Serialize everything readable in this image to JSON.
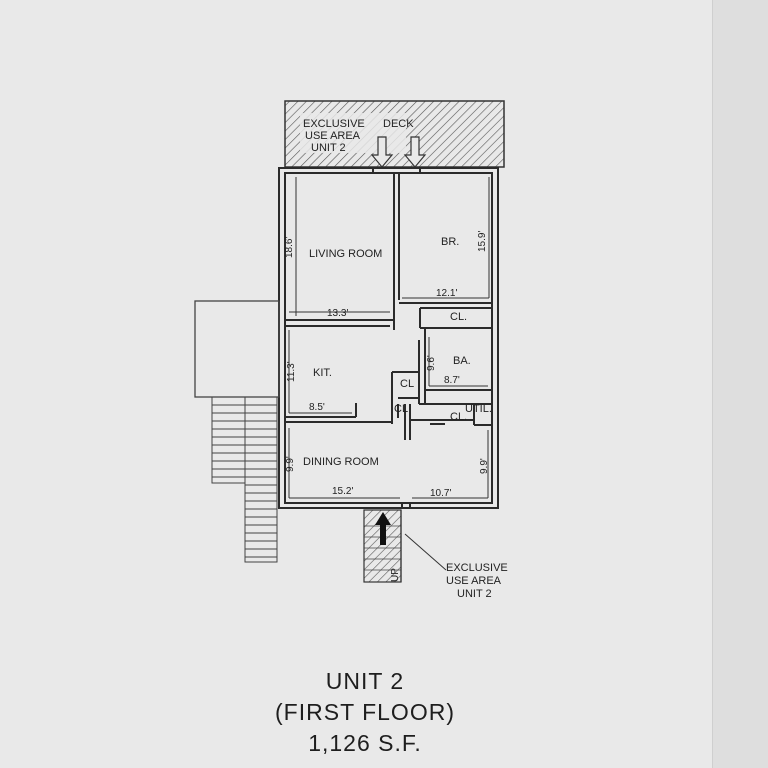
{
  "deck": {
    "label": "EXCLUSIVE USE AREA UNIT 2",
    "word": "DECK"
  },
  "rooms": {
    "living": {
      "name": "LIVING ROOM",
      "width": "13.3'",
      "depth": "18.6'"
    },
    "bedroom": {
      "name": "BR.",
      "width": "12.1'",
      "depth": "15.9'"
    },
    "kitchen": {
      "name": "KIT.",
      "width": "8.5'",
      "depth": "11.3'"
    },
    "bath": {
      "name": "BA.",
      "width": "8.7'",
      "depth": "9.6'"
    },
    "dining": {
      "name": "DINING ROOM",
      "width_left": "15.2'",
      "width_right": "10.7'",
      "depth_left": "9.9'",
      "depth_right": "9.9'"
    },
    "closet": "CL.",
    "closet_small": "CL",
    "util": "UTIL."
  },
  "stair": {
    "up_label": "UP",
    "area_label": "EXCLUSIVE USE AREA UNIT 2"
  },
  "title": {
    "line1": "UNIT 2",
    "line2": "(FIRST FLOOR)",
    "line3": "1,126 S.F."
  }
}
